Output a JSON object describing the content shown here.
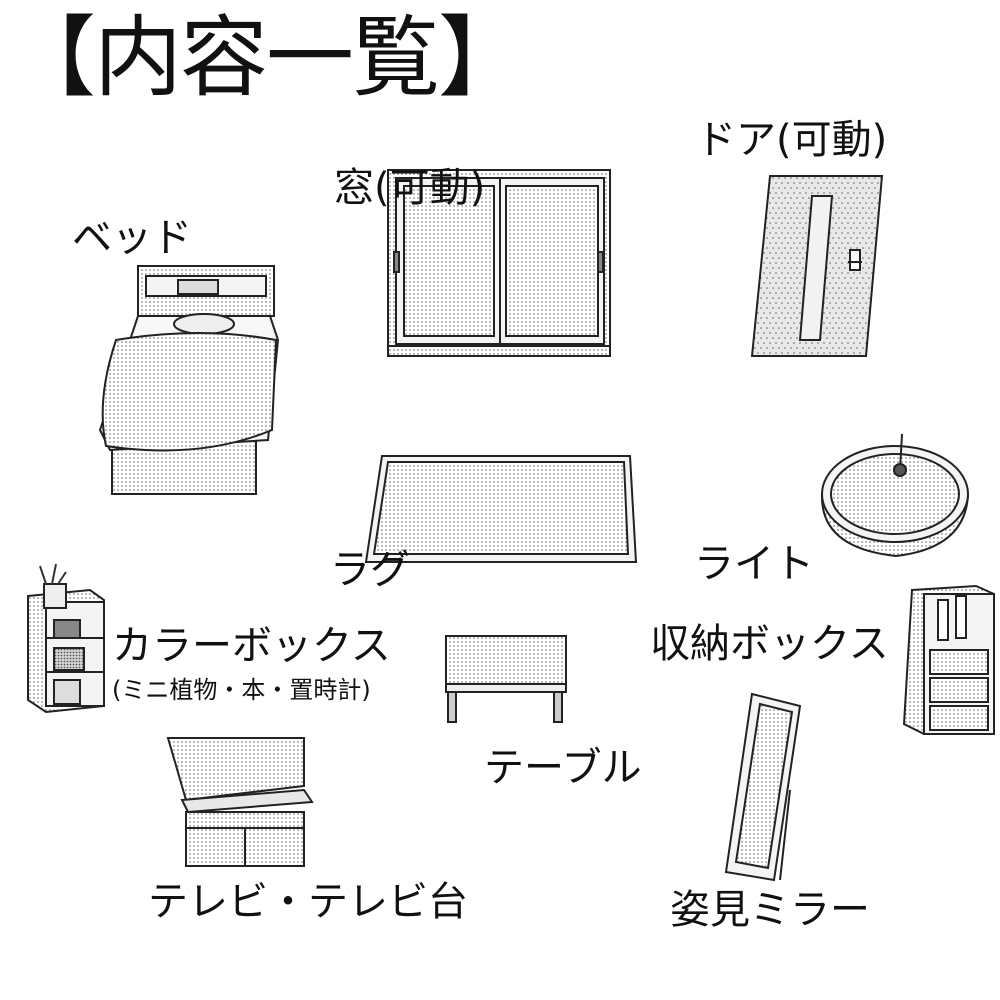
{
  "title": "【内容一覧】",
  "items": [
    {
      "id": "window",
      "label": "窓(可動)",
      "icon": "sliding-window-icon"
    },
    {
      "id": "door",
      "label": "ドア(可動)",
      "icon": "door-icon"
    },
    {
      "id": "bed",
      "label": "ベッド",
      "icon": "bed-icon"
    },
    {
      "id": "rug",
      "label": "ラグ",
      "icon": "rug-icon"
    },
    {
      "id": "light",
      "label": "ライト",
      "icon": "ceiling-light-icon"
    },
    {
      "id": "color_box",
      "label": "カラーボックス",
      "sub": "(ミニ植物・本・置時計)",
      "icon": "color-box-icon"
    },
    {
      "id": "table",
      "label": "テーブル",
      "icon": "table-icon"
    },
    {
      "id": "storage_box",
      "label": "収納ボックス",
      "icon": "storage-drawers-icon"
    },
    {
      "id": "mirror",
      "label": "姿見ミラー",
      "icon": "standing-mirror-icon"
    },
    {
      "id": "tv",
      "label": "テレビ・テレビ台",
      "icon": "tv-stand-icon"
    }
  ]
}
